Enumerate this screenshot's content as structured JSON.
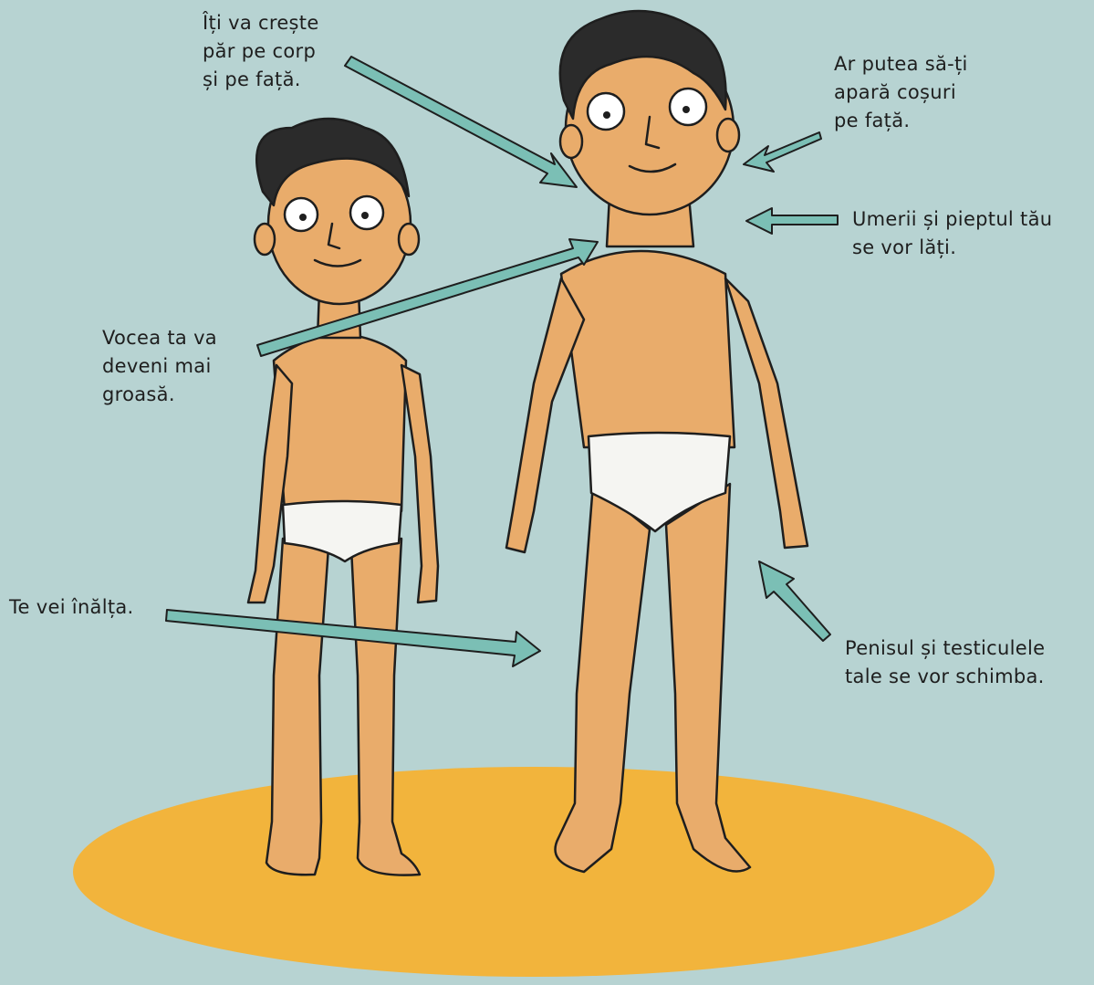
{
  "captions": {
    "hair": "Îți va crește\npăr pe corp\nși pe față.",
    "acne": "Ar putea să-ți\napară coșuri\npe față.",
    "shoulders": "Umerii și pieptul tău\nse vor lăți.",
    "voice": "Vocea ta va\ndeveni mai\ngroasă.",
    "taller": "Te vei înălța.",
    "genitals": "Penisul și testiculele\ntale se vor schimba."
  },
  "colors": {
    "background": "#b7d3d2",
    "ground": "#f2b43c",
    "skin": "#e9ac6b",
    "hair": "#2b2b2b",
    "underwear": "#f5f5f2",
    "arrow": "#7bbfb5",
    "outline": "#1e1e1e"
  }
}
